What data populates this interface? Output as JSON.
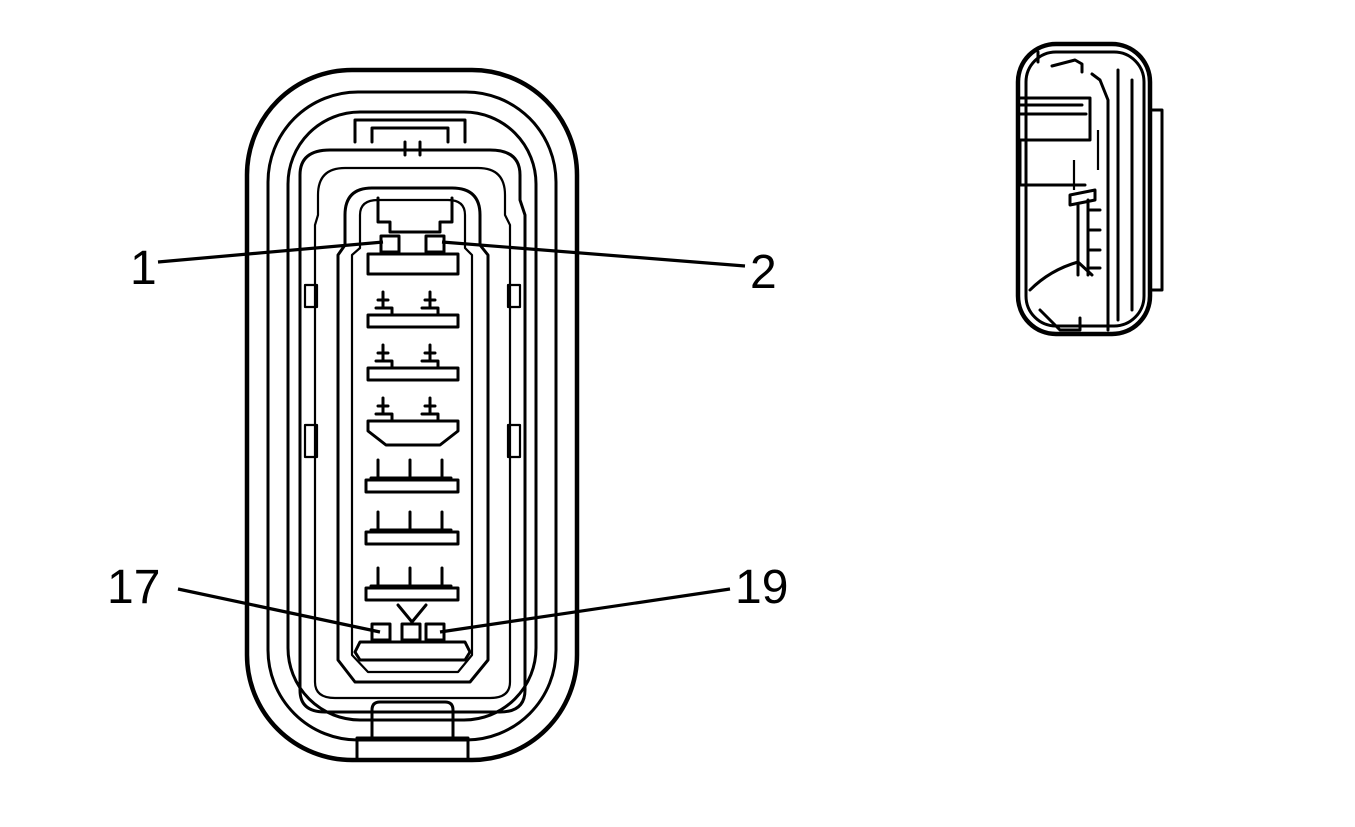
{
  "diagram": {
    "colors": {
      "line": "#000000",
      "background": "#ffffff"
    },
    "pin_labels": {
      "pin_1": "1",
      "pin_2": "2",
      "pin_17": "17",
      "pin_19": "19"
    }
  }
}
